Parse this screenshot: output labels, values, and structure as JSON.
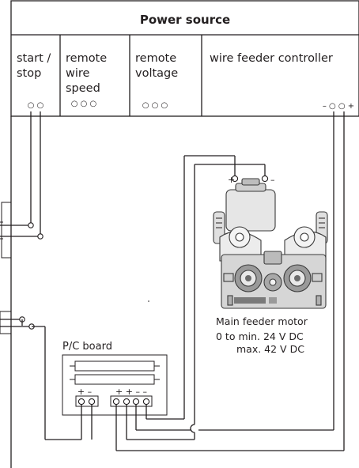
{
  "power_source": {
    "title": "Power source",
    "cells": [
      {
        "id": "start-stop",
        "lines": [
          "start /",
          "stop"
        ],
        "terminals": "○ ○"
      },
      {
        "id": "remote-wire-speed",
        "lines": [
          "remote",
          "wire",
          "speed"
        ],
        "terminals": "○ ○ ○"
      },
      {
        "id": "remote-voltage",
        "lines": [
          "remote",
          "voltage"
        ],
        "terminals": "○ ○ ○"
      },
      {
        "id": "wire-feeder-controller",
        "lines": [
          "wire feeder controller"
        ],
        "polarity": "– ○ ○ +"
      }
    ]
  },
  "motor": {
    "plus": "+",
    "minus": "–",
    "label": "Main feeder motor",
    "spec_line1": "0 to min. 24 V DC",
    "spec_line2": "max. 42 V DC"
  },
  "pc_board": {
    "label": "P/C board",
    "pins_left": "+ –",
    "pins_right": "+ + – –"
  },
  "colors": {
    "line": "#231f20",
    "motor_body": "#d9d9d9",
    "motor_dark": "#6b6b6b"
  }
}
